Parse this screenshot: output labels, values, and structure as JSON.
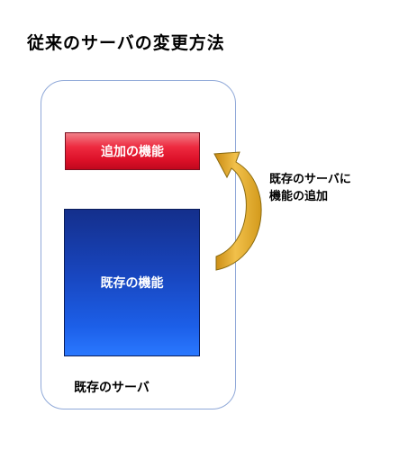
{
  "diagram": {
    "title": "従来のサーバの変更方法",
    "added_feature_label": "追加の機能",
    "existing_feature_label": "既存の機能",
    "server_label": "既存のサーバ",
    "arrow_note_line1": "既存のサーバに",
    "arrow_note_line2": "機能の追加",
    "colors": {
      "frame_border": "#8fa8d8",
      "added_feature_fill": "#ee2a40",
      "existing_feature_fill": "#1846bf",
      "arrow_fill": "#e0a92c",
      "arrow_outline": "#8a6a10"
    }
  }
}
